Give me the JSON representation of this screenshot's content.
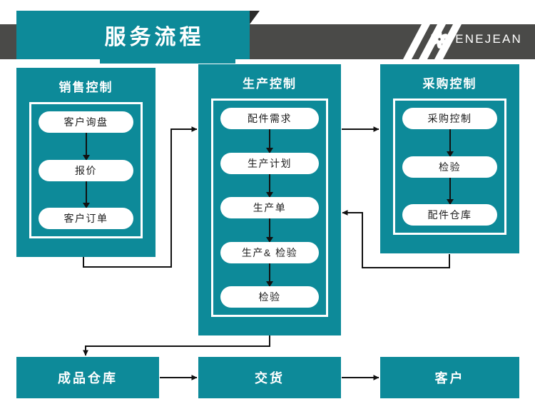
{
  "header": {
    "title": "服务流程",
    "brand_name": "ENEJEAN",
    "logo_icon": "pinwheel-flower-icon",
    "slash_icon": "diagonal-stripes-icon",
    "colors": {
      "teal": "#0D8A99",
      "dark_gray": "#4A4A48",
      "white": "#FFFFFF"
    }
  },
  "columns": [
    {
      "id": "sales",
      "title": "销售控制",
      "steps": [
        {
          "label": "客户询盘"
        },
        {
          "label": "报价"
        },
        {
          "label": "客户订单"
        }
      ]
    },
    {
      "id": "production",
      "title": "生产控制",
      "steps": [
        {
          "label": "配件需求"
        },
        {
          "label": "生产计划"
        },
        {
          "label": "生产单"
        },
        {
          "label": "生产& 检验"
        },
        {
          "label": "检验"
        }
      ]
    },
    {
      "id": "purchasing",
      "title": "采购控制",
      "steps": [
        {
          "label": "采购控制"
        },
        {
          "label": "检验"
        },
        {
          "label": "配件仓库"
        }
      ]
    }
  ],
  "bottom_row": [
    {
      "id": "finished-goods-warehouse",
      "label": "成品仓库"
    },
    {
      "id": "delivery",
      "label": "交货"
    },
    {
      "id": "customer",
      "label": "客户"
    }
  ],
  "connectors": [
    {
      "id": "sales-to-production",
      "from": "sales",
      "to": "production"
    },
    {
      "id": "production-to-purchasing",
      "from": "production",
      "to": "purchasing"
    },
    {
      "id": "purchasing-to-production",
      "from": "purchasing",
      "to": "production"
    },
    {
      "id": "production-to-finished-goods",
      "from": "production",
      "to": "finished-goods-warehouse"
    },
    {
      "id": "finished-goods-to-delivery",
      "from": "finished-goods-warehouse",
      "to": "delivery"
    },
    {
      "id": "delivery-to-customer",
      "from": "delivery",
      "to": "customer"
    }
  ]
}
